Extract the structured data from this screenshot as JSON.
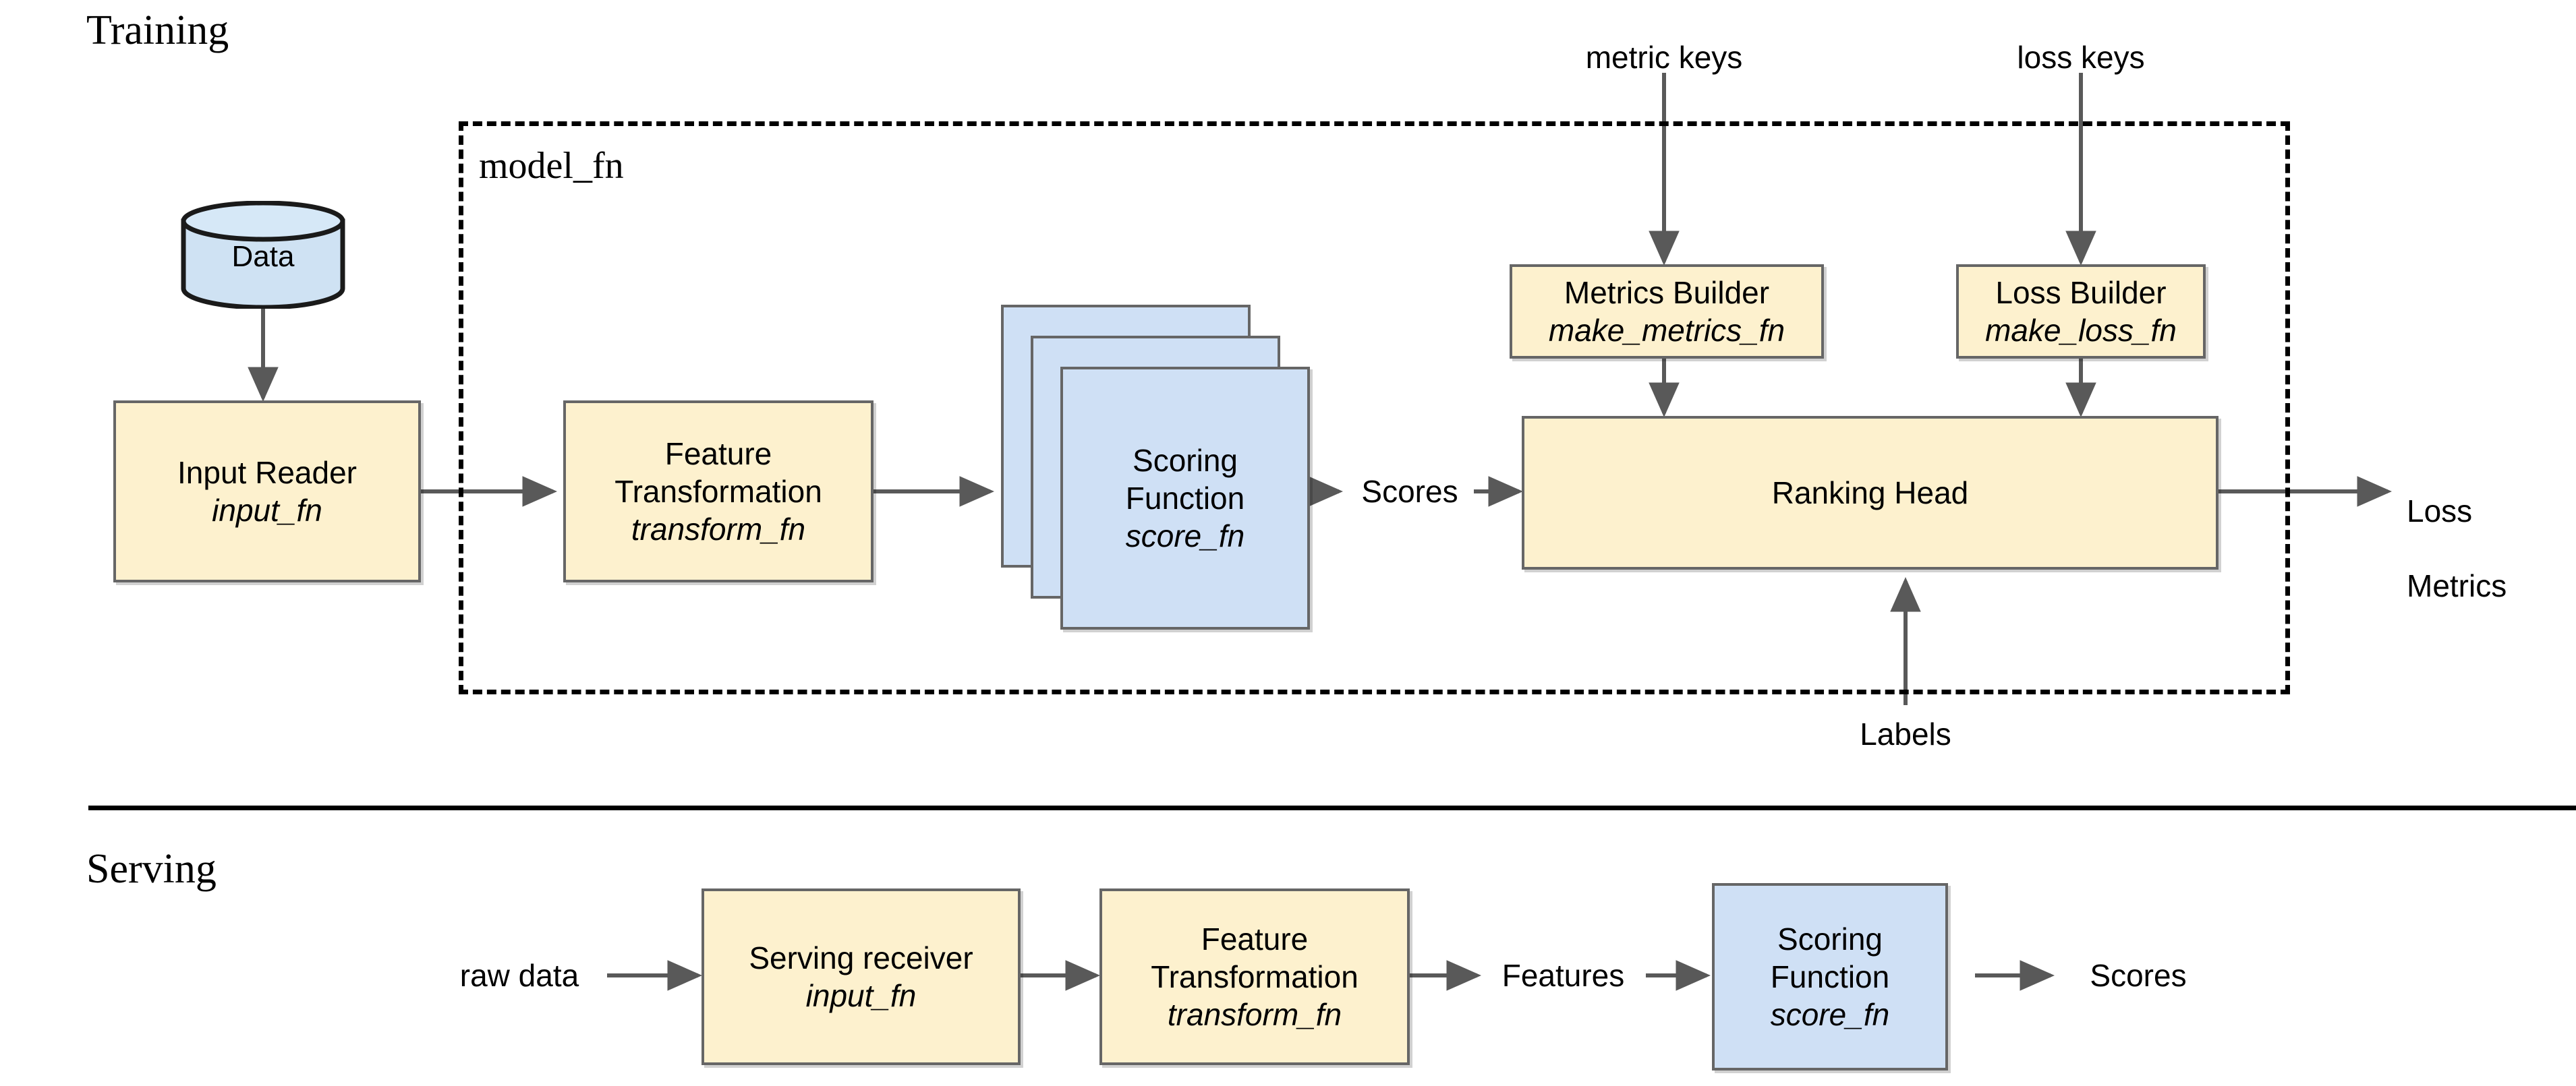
{
  "sections": {
    "training": {
      "title": "Training"
    },
    "serving": {
      "title": "Serving"
    }
  },
  "model_fn": {
    "label": "model_fn"
  },
  "training_nodes": {
    "data_store": {
      "label": "Data"
    },
    "input_reader": {
      "title": "Input Reader",
      "fn": "input_fn"
    },
    "feature_transformation": {
      "title": "Feature\nTransformation",
      "title_line1": "Feature",
      "title_line2": "Transformation",
      "fn": "transform_fn"
    },
    "scoring_function": {
      "title_line1": "Scoring",
      "title_line2": "Function",
      "fn": "score_fn"
    },
    "metrics_builder": {
      "title": "Metrics Builder",
      "fn": "make_metrics_fn"
    },
    "loss_builder": {
      "title": "Loss Builder",
      "fn": "make_loss_fn"
    },
    "ranking_head": {
      "title": "Ranking Head"
    }
  },
  "training_labels": {
    "metric_keys": "metric keys",
    "loss_keys": "loss keys",
    "scores": "Scores",
    "labels": "Labels",
    "loss_metrics_line1": "Loss",
    "loss_metrics_line2": "Metrics"
  },
  "serving_nodes": {
    "serving_receiver": {
      "title": "Serving receiver",
      "fn": "input_fn"
    },
    "feature_transformation": {
      "title_line1": "Feature",
      "title_line2": "Transformation",
      "fn": "transform_fn"
    },
    "scoring_function": {
      "title_line1": "Scoring",
      "title_line2": "Function",
      "fn": "score_fn"
    }
  },
  "serving_labels": {
    "raw_data": "raw data",
    "features": "Features",
    "scores": "Scores"
  },
  "colors": {
    "yellow_fill": "#fdf1ce",
    "blue_fill": "#cfe0f5",
    "node_border": "#666666",
    "arrow": "#595959",
    "dashed_border": "#000000",
    "text": "#000000"
  }
}
